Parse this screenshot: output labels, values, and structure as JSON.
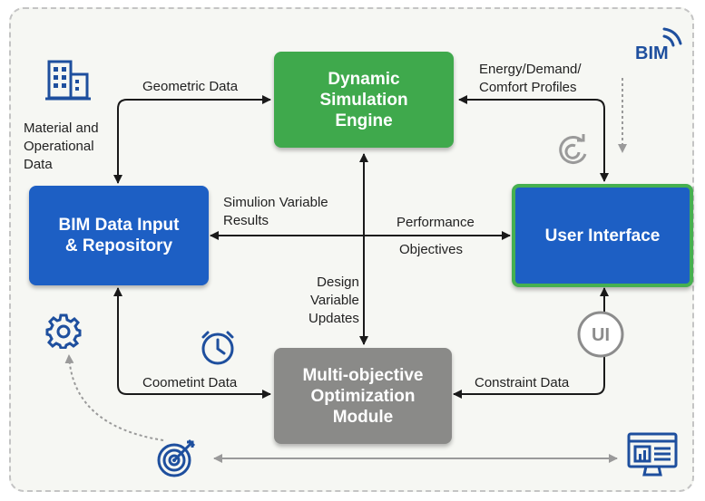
{
  "boxes": {
    "simulation": "Dynamic\nSimulation\nEngine",
    "bim": "BIM Data Input\n& Repository",
    "ui": "User Interface",
    "optimization": "Multi-objective\nOptimization\nModule"
  },
  "labels": {
    "geometric": "Geometric Data",
    "material": "Material and\nOperational\nData",
    "energy": "Energy/Demand/\nComfort Profiles",
    "simulion": "Simulion Variable\nResults",
    "performance": "Performance",
    "objectives": "Objectives",
    "design": "Design\nVariable\nUpdates",
    "coometint": "Coometint Data",
    "constraint": "Constraint Data"
  },
  "icons": {
    "bim_logo_text": "BIM",
    "ui_badge_text": "UI",
    "names": [
      "building-icon",
      "bim-wifi-logo-icon",
      "refresh-cycle-icon",
      "gear-icon",
      "clock-icon",
      "ui-badge-icon",
      "target-icon",
      "monitor-dashboard-icon"
    ]
  },
  "colors": {
    "green": "#3fa94c",
    "blue": "#1d5fc4",
    "grey": "#8a8a88",
    "icon_blue": "#1e4f9e",
    "arrow": "#1a1a1a"
  }
}
